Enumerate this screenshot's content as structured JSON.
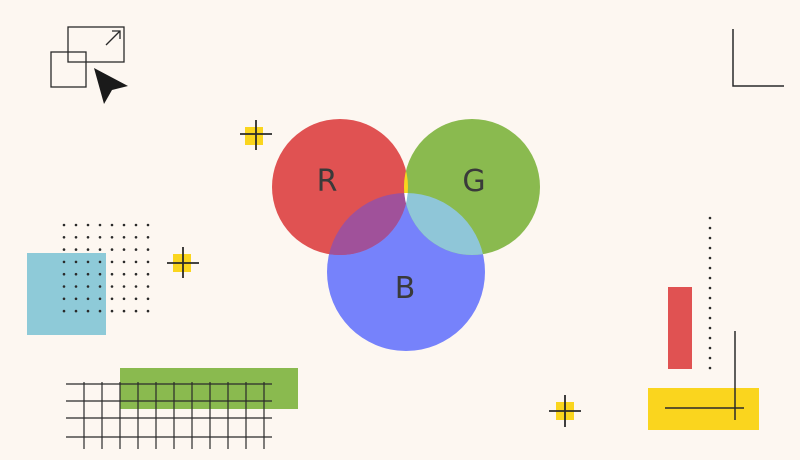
{
  "background": "#fdf7f1",
  "diagram": {
    "type": "rgb-venn",
    "labels": {
      "r": "R",
      "g": "G",
      "b": "B"
    },
    "colors": {
      "red": "#e05252",
      "green": "#8aba4f",
      "blue": "#7682fb",
      "red_green": "#fad51e",
      "red_blue": "#a0519a",
      "green_blue": "#8fc6d8",
      "center": "#ffffff",
      "label": "#3a3a3a"
    }
  },
  "decorations": {
    "ink": "#2a2a2a",
    "light_blue": "#8ecad8",
    "yellow": "#fad51e",
    "green": "#8aba4f",
    "red": "#e05252",
    "icons": [
      "resize-icon",
      "cursor-icon"
    ]
  }
}
